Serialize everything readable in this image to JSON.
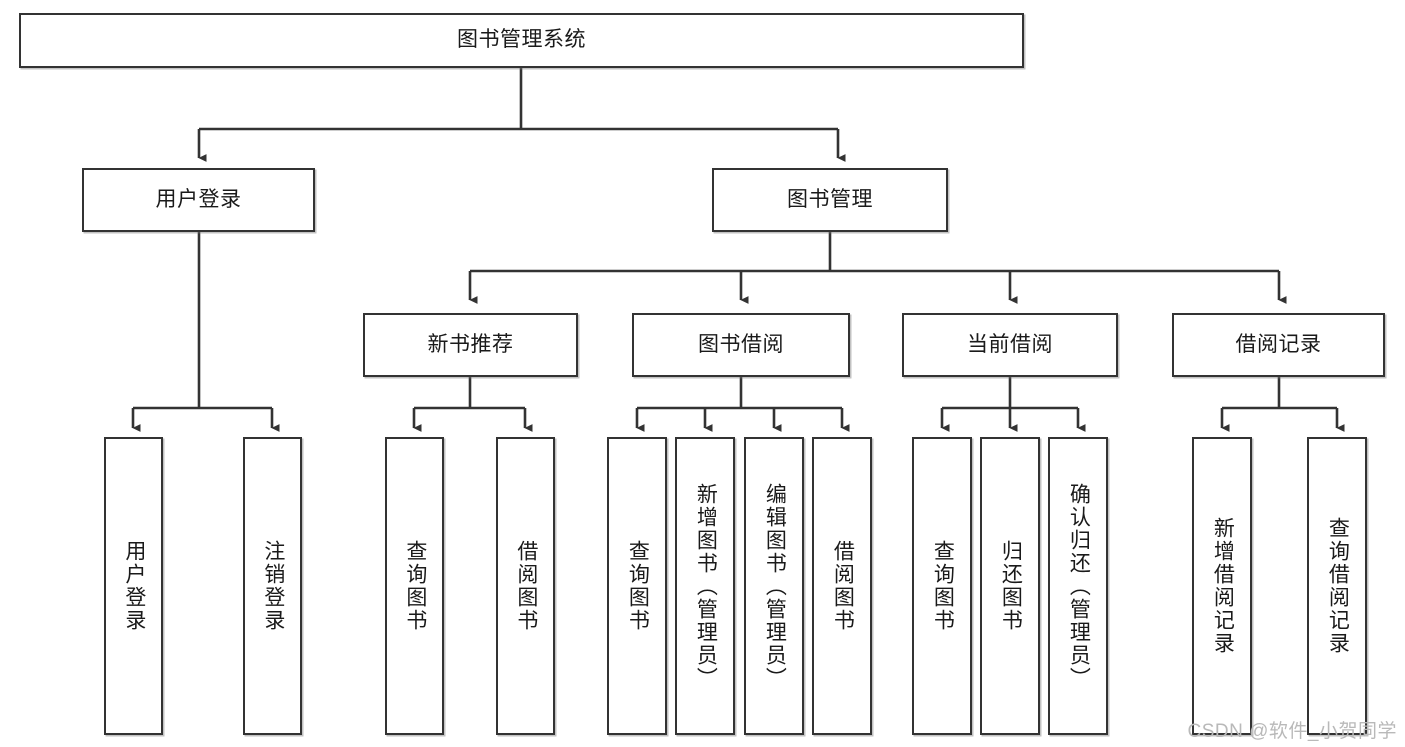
{
  "diagram": {
    "title": "图书管理系统",
    "type": "tree-hierarchy-chart",
    "watermark": "CSDN @软件_小贺同学",
    "colors": {
      "box_border": "#333333",
      "box_fill": "#ffffff",
      "edge": "#333333",
      "text": "#1a1a1a",
      "watermark": "#b9b9b9"
    },
    "nodes": {
      "root": {
        "label": "图书管理系统"
      },
      "level2": [
        {
          "label": "用户登录"
        },
        {
          "label": "图书管理"
        }
      ],
      "level3": [
        {
          "label": "新书推荐"
        },
        {
          "label": "图书借阅"
        },
        {
          "label": "当前借阅"
        },
        {
          "label": "借阅记录"
        }
      ],
      "leaves_user_login": [
        {
          "label": "用户登录"
        },
        {
          "label": "注销登录"
        }
      ],
      "leaves_new_book": [
        {
          "label": "查询图书"
        },
        {
          "label": "借阅图书"
        }
      ],
      "leaves_borrow": [
        {
          "label": "查询图书"
        },
        {
          "label": "新增图书（管理员）"
        },
        {
          "label": "编辑图书（管理员）"
        },
        {
          "label": "借阅图书"
        }
      ],
      "leaves_current": [
        {
          "label": "查询图书"
        },
        {
          "label": "归还图书"
        },
        {
          "label": "确认归还（管理员）"
        }
      ],
      "leaves_record": [
        {
          "label": "新增借阅记录"
        },
        {
          "label": "查询借阅记录"
        }
      ]
    }
  }
}
